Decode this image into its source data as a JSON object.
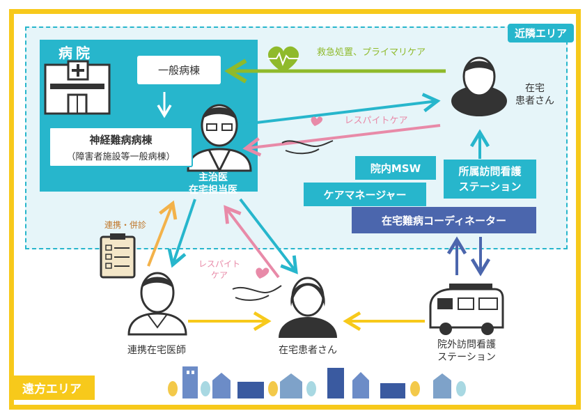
{
  "areas": {
    "near": "近隣エリア",
    "far": "遠方エリア"
  },
  "hospital": {
    "title": "病院",
    "general_ward": "一般病棟",
    "neuro_ward": "神経難病病棟",
    "neuro_ward_sub": "（障害者施設等一般病棟）"
  },
  "people": {
    "doctor_line1": "主治医",
    "doctor_line2": "在宅担当医",
    "patient_near_line1": "在宅",
    "patient_near_line2": "患者さん",
    "partner_doctor": "連携在宅医師",
    "patient_far": "在宅患者さん"
  },
  "roles": {
    "msw": "院内MSW",
    "nursing_near_line1": "所属訪問看護",
    "nursing_near_line2": "ステーション",
    "care_manager": "ケアマネージャー",
    "coordinator": "在宅難病コーディネーター",
    "nursing_far_line1": "院外訪問看護",
    "nursing_far_line2": "ステーション"
  },
  "labels": {
    "emergency": "救急処置、プライマリケア",
    "respite_near": "レスパイトケア",
    "respite_far_line1": "レスパイト",
    "respite_far_line2": "ケア",
    "cooperation": "連携・併診"
  },
  "colors": {
    "yellow": "#f7c91b",
    "teal": "#27b6cc",
    "green": "#8fba2b",
    "pink": "#e88aa8",
    "orange": "#f3b24a",
    "purple": "#4b66ad",
    "navy": "#3a4a6b"
  }
}
